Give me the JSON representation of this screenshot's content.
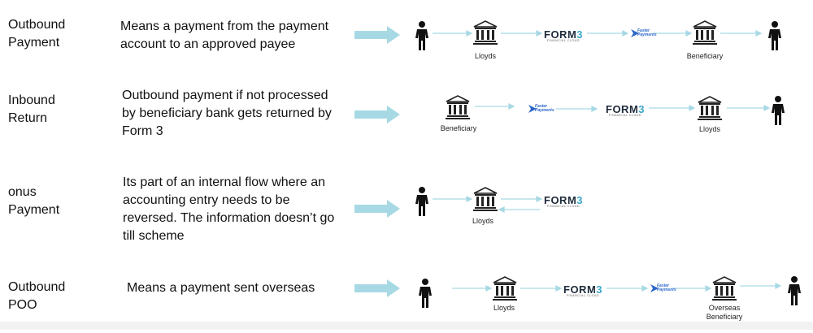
{
  "colors": {
    "big_arrow": "#a7d9e4",
    "connector": "#a7d9e4",
    "icon": "#111111",
    "bank_icon": "#222222",
    "form3_text": "#1e2b3a",
    "form3_accent": "#3aa7c9",
    "faster_payments": "#2a66c9"
  },
  "logos": {
    "form3_main": "FORM",
    "form3_digit": "3",
    "form3_sub": "FINANCIAL CLOUD",
    "faster_payments": "Faster\nPayments"
  },
  "rows": [
    {
      "term": "Outbound\nPayment",
      "description": "Means a payment from the payment\naccount to an approved payee",
      "labels": {
        "bank1": "Lloyds",
        "bank2": "Beneficiary"
      }
    },
    {
      "term": "Inbound\nReturn",
      "description": "Outbound payment if not processed\nby beneficiary bank gets returned by\nForm 3",
      "labels": {
        "bank1": "Beneficiary",
        "bank2": "Lloyds"
      }
    },
    {
      "term": "onus\nPayment",
      "description": "Its part of an internal flow where an\naccounting entry needs to be\nreversed. The information doesn’t go\ntill scheme",
      "labels": {
        "bank1": "Lloyds"
      }
    },
    {
      "term": "Outbound\nPOO",
      "description": "Means a payment sent overseas",
      "labels": {
        "bank1": "Lloyds",
        "bank2": "Overseas\nBeneficiary"
      }
    }
  ]
}
